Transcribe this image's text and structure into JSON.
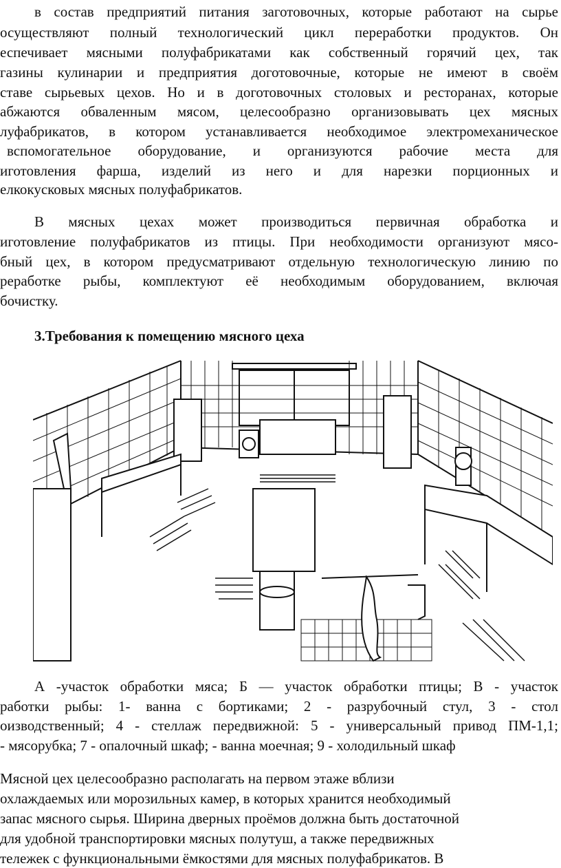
{
  "paragraph1": [
    "в состав предприятий питания заготовочных, которые работают на сырье",
    "осуществляют полный технологический цикл переработки продуктов. Он",
    "еспечивает мясными полуфабрикатами как собственный горячий цех, так",
    "газины кулинарии и предприятия доготовочные, которые не имеют в своём",
    "ставе сырьевых цехов. Но и в доготовочных столовых и ресторанах, которые",
    "абжаются обваленным мясом, целесообразно организовывать цех мясных",
    "луфабрикатов, в котором устанавливается необходимое электромеханическое",
    "вспомогательное оборудование, и организуются рабочие места для",
    "иготовления фарша, изделий из него и для нарезки порционных и",
    "елкокусковых мясных полуфабрикатов."
  ],
  "paragraph2": [
    "В мясных цехах может производиться первичная обработка и",
    "иготовление полуфабрикатов из птицы. При необходимости организуют мясо-",
    "бный цех, в котором предусматривают отдельную технологическую линию по",
    "реработке рыбы, комплектуют её необходимым оборудованием, включая",
    "бочистку."
  ],
  "heading": "3.Требования к помещению мясного цеха",
  "caption": [
    "А -участок обработки мяса; Б — участок обработки птицы; В - участок",
    "работки рыбы: 1- ванна с бортиками; 2 - разрубочный стул, 3 - стол",
    "оизводственный; 4 - стеллаж передвижной: 5 - универсальный привод ПМ-1,1;",
    "- мясорубка; 7 - опалочный шкаф; - ванна моечная; 9 - холодильный шкаф"
  ],
  "paragraph3": [
    "Мясной цех целесообразно располагать на первом этаже вблизи",
    "охлаждаемых или морозильных камер, в которых хранится необходимый",
    "запас мясного сырья. Ширина дверных проёмов должна быть достаточной",
    "для удобной транспортировки мясных полутуш, а также передвижных",
    "тележек с функциональными ёмкостями для мясных полуфабрикатов. В"
  ]
}
